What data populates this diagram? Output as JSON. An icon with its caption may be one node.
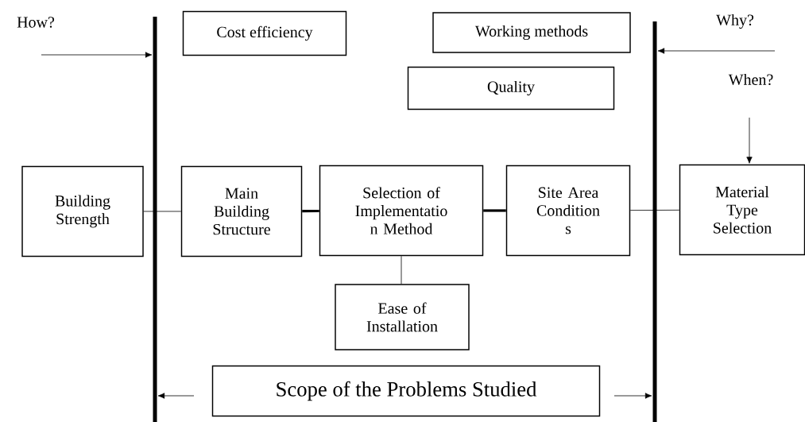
{
  "diagram": {
    "nodes": [
      {
        "text": [],
        "shape": "bar"
      },
      {
        "text": [],
        "shape": "bar"
      },
      {
        "text": [
          "Cost efficiency"
        ]
      },
      {
        "text": [
          "Working methods"
        ]
      },
      {
        "text": [
          "Quality"
        ]
      },
      {
        "text": [
          "Building Strength"
        ]
      },
      {
        "text": [
          "Main Building Structure"
        ]
      },
      {
        "text": [
          "Selection of Implementatio n Method"
        ]
      },
      {
        "text": [
          "Site Area Condition s"
        ]
      },
      {
        "text": [
          "Material Type Selection"
        ]
      },
      {
        "text": [
          "Ease of Installation"
        ]
      },
      {
        "text": [
          "Scope of the Problems Studied"
        ]
      }
    ],
    "edges": [
      {
        "from": null,
        "to": 0,
        "arrow": "to"
      },
      {
        "from": null,
        "to": 1,
        "arrow": "to"
      },
      {
        "from": null,
        "to": 9,
        "arrow": "to"
      },
      {
        "from": 5,
        "to": 6,
        "arrow": "none"
      },
      {
        "from": 6,
        "to": 7,
        "arrow": "none",
        "style": "thick"
      },
      {
        "from": 7,
        "to": 8,
        "arrow": "none",
        "style": "thick"
      },
      {
        "from": 8,
        "to": 9,
        "arrow": "none"
      },
      {
        "from": 7,
        "to": 10,
        "arrow": "none"
      },
      {
        "from": null,
        "to": 0,
        "arrow": "to"
      },
      {
        "from": null,
        "to": 1,
        "arrow": "to"
      }
    ],
    "labels": [
      "How?",
      "Why?",
      "When?"
    ]
  }
}
